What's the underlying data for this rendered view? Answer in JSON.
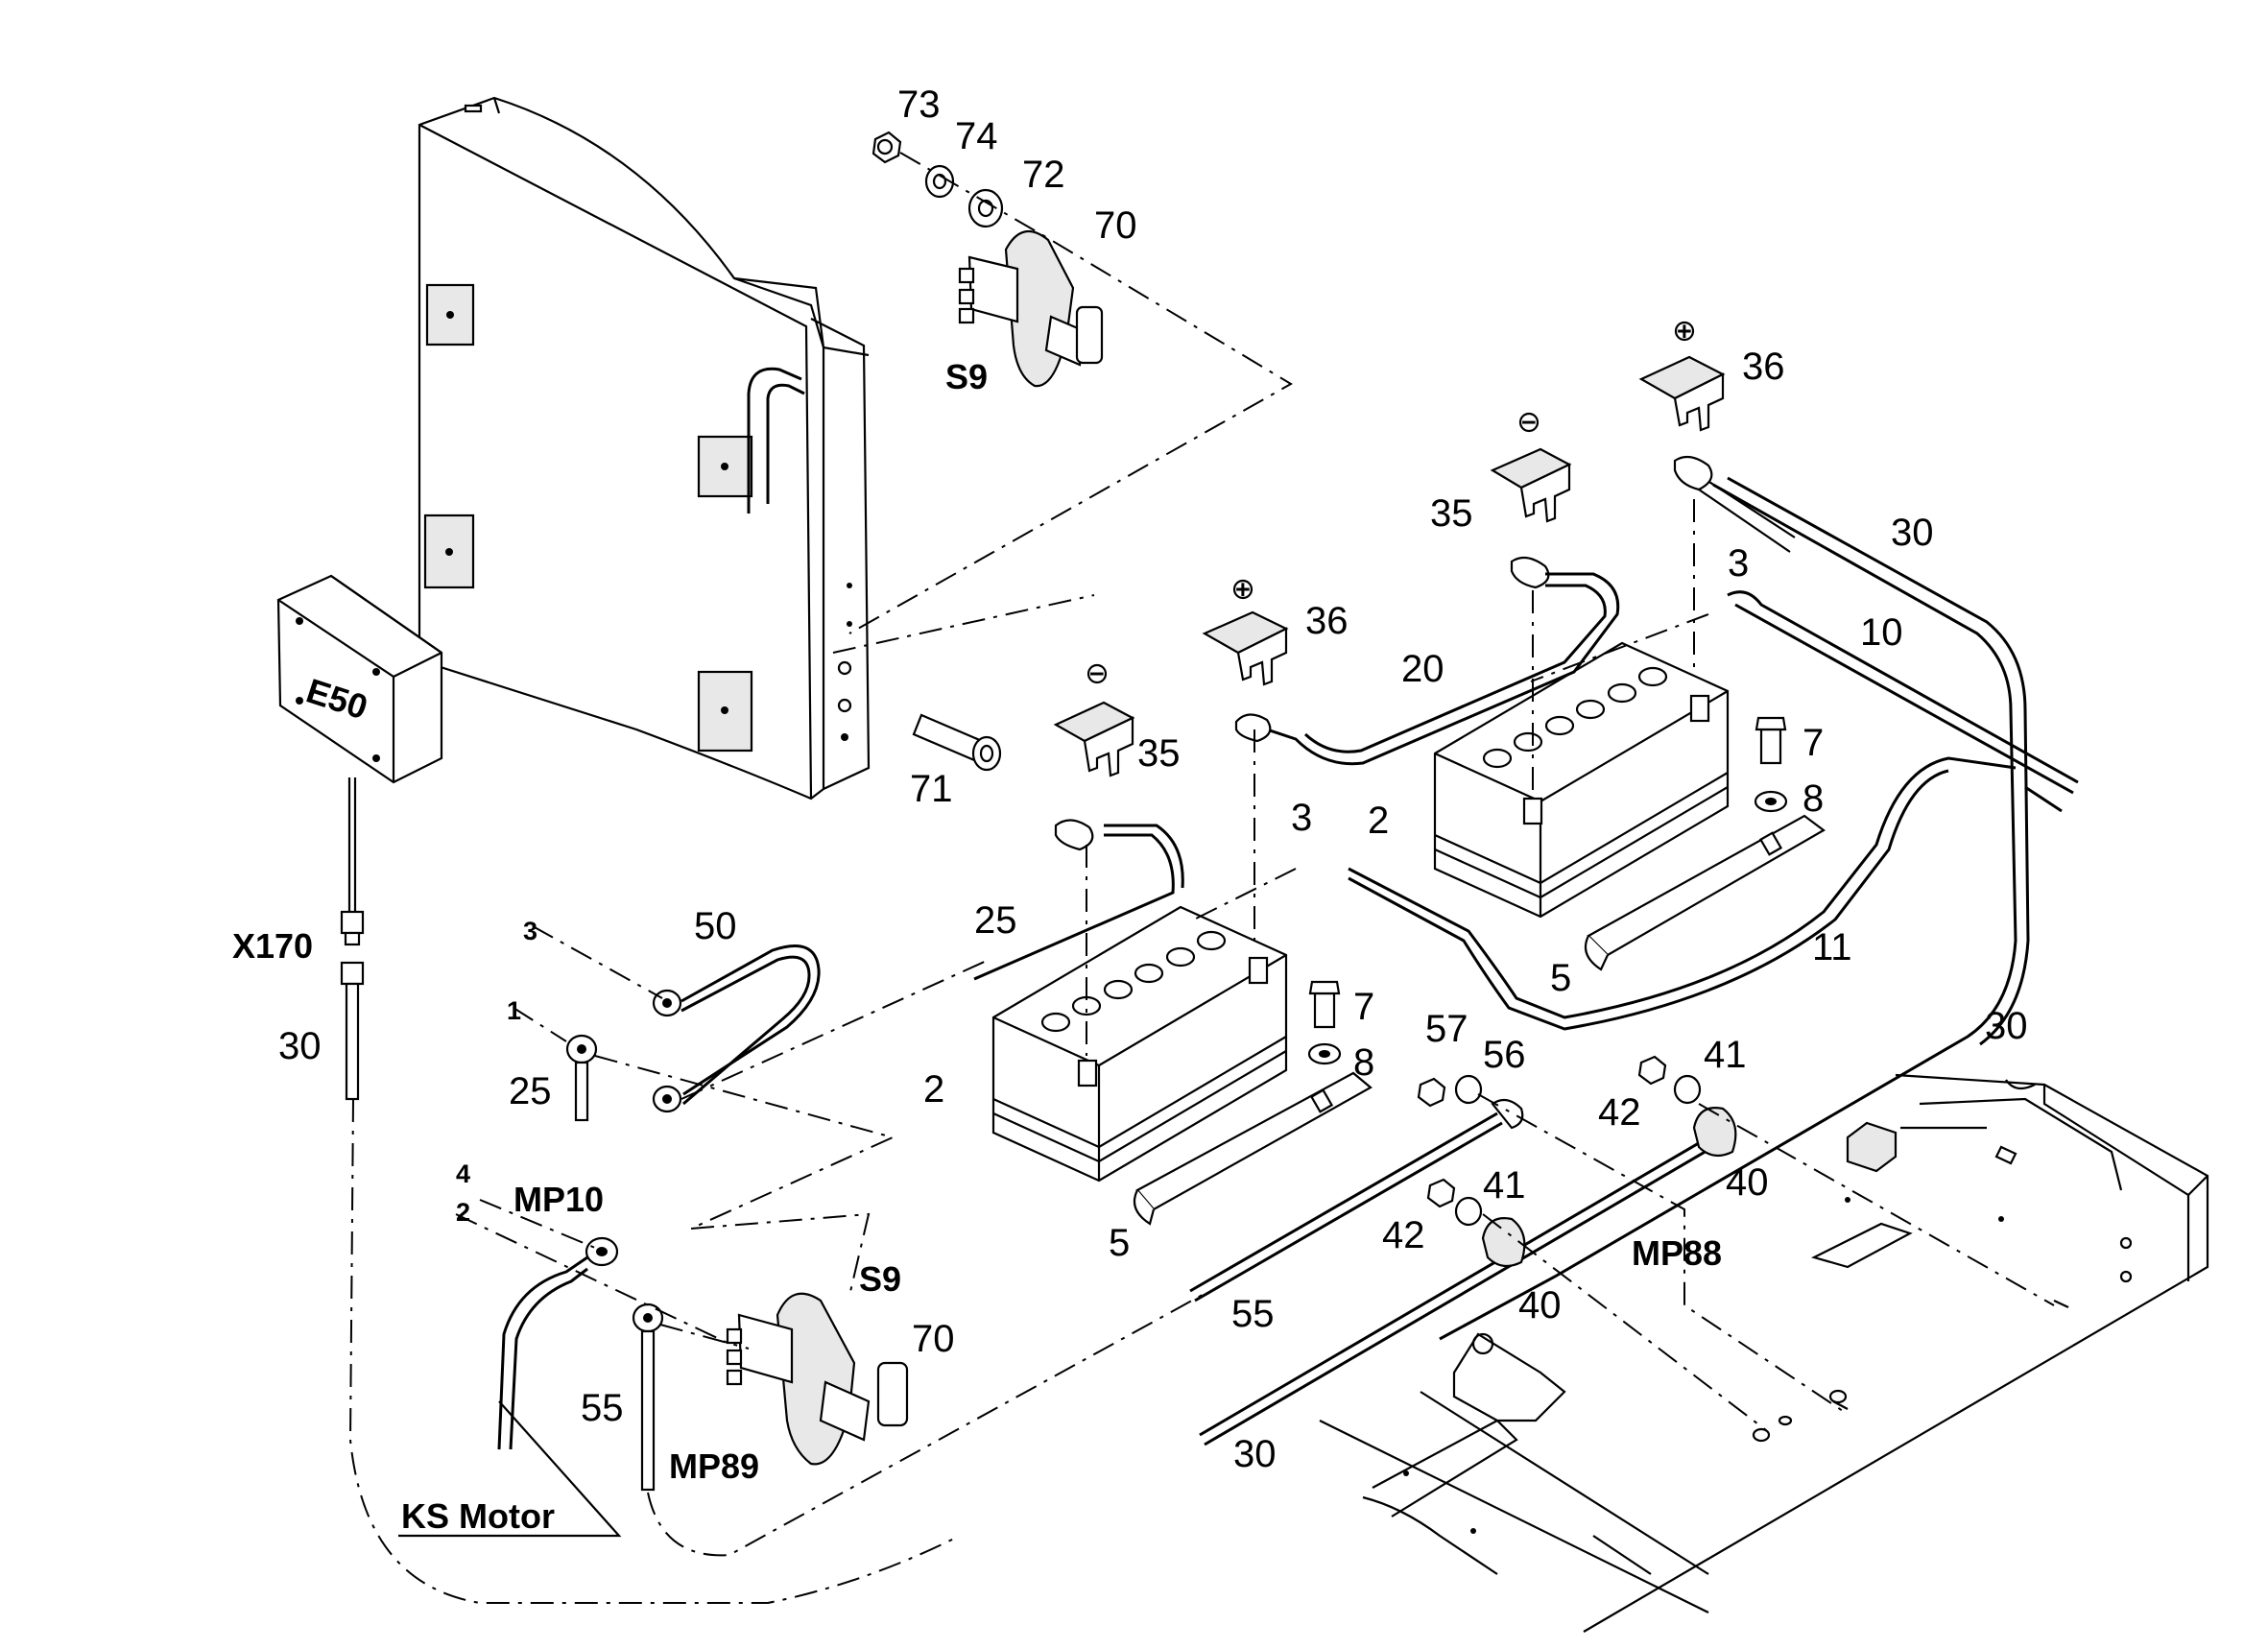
{
  "diagram": {
    "callouts": {
      "c73": "73",
      "c74": "74",
      "c72": "72",
      "c70_top": "70",
      "c36_top": "36",
      "c35_top": "35",
      "c30_top": "30",
      "c3_top": "3",
      "c10": "10",
      "c36_mid": "36",
      "c20": "20",
      "c7_top": "7",
      "c8_top": "8",
      "c2_top": "2",
      "c35_mid": "35",
      "c71": "71",
      "c3_mid": "3",
      "c11": "11",
      "c5_top": "5",
      "c30_x170": "30",
      "c50": "50",
      "c25_a": "25",
      "c25_b": "25",
      "c3_small": "3",
      "c1_small": "1",
      "c4_small": "4",
      "c2_small": "2",
      "c7_bot": "7",
      "c8_bot": "8",
      "c2_bot": "2",
      "c57": "57",
      "c56": "56",
      "c41_a": "41",
      "c42_a": "42",
      "c40_a": "40",
      "c30_right": "30",
      "c41_b": "41",
      "c42_b": "42",
      "c40_b": "40",
      "c5_bot": "5",
      "c55_a": "55",
      "c55_b": "55",
      "c70_bot": "70",
      "c30_bot": "30"
    },
    "labels": {
      "s9_top": "S9",
      "s9_bot": "S9",
      "x170": "X170",
      "e50": "E50",
      "mp10": "MP10",
      "mp89": "MP89",
      "mp88": "MP88",
      "ks_motor": "KS Motor"
    },
    "terminal_marks": {
      "plus": "+",
      "minus": "−"
    }
  }
}
